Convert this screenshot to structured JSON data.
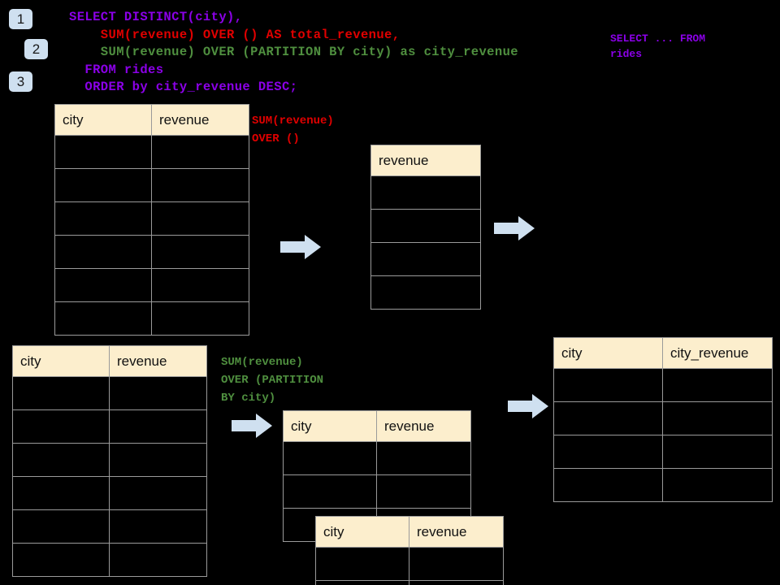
{
  "theme": {
    "background": "#000000",
    "badge_bg": "#cfe0f0",
    "badge_fg": "#1a1a1a",
    "table_header_bg": "#fceecd",
    "table_header_fg": "#111111",
    "table_cell_bg": "#000000",
    "table_border": "#9a9a9a",
    "arrow_fill": "#cfe0f0",
    "sql_keyword_purple": "#8b00e8",
    "sql_total_red": "#e00000",
    "sql_partition_green": "#4f8f3f"
  },
  "badges": [
    {
      "label": "1"
    },
    {
      "label": "2"
    },
    {
      "label": "3"
    }
  ],
  "sql": {
    "line1": "SELECT DISTINCT(city),",
    "line2": "    SUM(revenue) OVER () AS total_revenue,",
    "line3": "    SUM(revenue) OVER (PARTITION BY city) as city_revenue",
    "line4": "  FROM rides",
    "line5": "  ORDER by city_revenue DESC;"
  },
  "side_note": {
    "line1": "SELECT ... FROM",
    "line2": "rides"
  },
  "annotations": {
    "total_revenue": {
      "line1": "SUM(revenue)",
      "line2": "OVER ()"
    },
    "city_revenue": {
      "line1": "SUM(revenue)",
      "line2": "OVER (PARTITION",
      "line3": "BY city)"
    }
  },
  "tables": {
    "source_top": {
      "name": "rides-source-table-top",
      "headers": [
        "city",
        "revenue"
      ],
      "row_count": 6,
      "rows": [
        [
          "",
          ""
        ],
        [
          "",
          ""
        ],
        [
          "",
          ""
        ],
        [
          "",
          ""
        ],
        [
          "",
          ""
        ],
        [
          "",
          ""
        ]
      ]
    },
    "total_revenue": {
      "name": "total-revenue-table",
      "headers": [
        "revenue"
      ],
      "row_count": 4,
      "rows": [
        [
          ""
        ],
        [
          ""
        ],
        [
          ""
        ],
        [
          ""
        ]
      ]
    },
    "source_bottom": {
      "name": "rides-source-table-bottom",
      "headers": [
        "city",
        "revenue"
      ],
      "row_count": 6,
      "rows": [
        [
          "",
          ""
        ],
        [
          "",
          ""
        ],
        [
          "",
          ""
        ],
        [
          "",
          ""
        ],
        [
          "",
          ""
        ],
        [
          "",
          ""
        ]
      ]
    },
    "partition_back": {
      "name": "partition-group-table-back",
      "headers": [
        "city",
        "revenue"
      ],
      "row_count": 3,
      "rows": [
        [
          "",
          ""
        ],
        [
          "",
          ""
        ],
        [
          "",
          ""
        ]
      ]
    },
    "partition_front": {
      "name": "partition-group-table-front",
      "headers": [
        "city",
        "revenue"
      ],
      "row_count": 2,
      "rows": [
        [
          "",
          ""
        ],
        [
          "",
          ""
        ]
      ]
    },
    "result": {
      "name": "final-result-table",
      "headers": [
        "city",
        "city_revenue"
      ],
      "row_count": 4,
      "rows": [
        [
          "",
          ""
        ],
        [
          "",
          ""
        ],
        [
          "",
          ""
        ],
        [
          "",
          ""
        ]
      ]
    }
  },
  "arrows": [
    {
      "name": "arrow-source-to-total"
    },
    {
      "name": "arrow-total-to-result"
    },
    {
      "name": "arrow-source-to-partition"
    },
    {
      "name": "arrow-partition-to-result"
    }
  ]
}
